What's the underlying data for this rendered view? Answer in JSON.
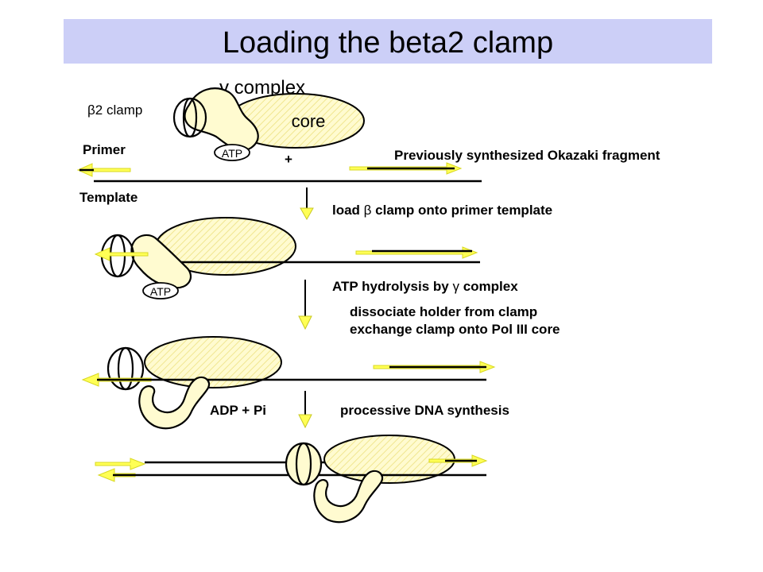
{
  "title": "Loading the beta2 clamp",
  "labels": {
    "gamma_complex_sym": "γ",
    "gamma_complex": " complex",
    "beta2_clamp_sym": "β",
    "beta2_clamp": "2 clamp",
    "core": "core",
    "atp1": "ATP",
    "atp2": "ATP",
    "plus": "+",
    "primer": "Primer",
    "template": "Template",
    "okazaki": "Previously synthesized Okazaki fragment",
    "step1_a": "load ",
    "step1_sym": "β",
    "step1_b": " clamp onto  primer template",
    "step2_a": "ATP hydrolysis by ",
    "step2_sym": "γ",
    "step2_b": " complex",
    "step3a": "dissociate holder from clamp",
    "step3b": "exchange clamp onto Pol III core",
    "adp_pi": "ADP + Pi",
    "step4": "processive DNA synthesis"
  },
  "colors": {
    "title_bg": "#cccff7",
    "protein_fill": "#fffbd0",
    "primer_arrow": "#ffff55",
    "dna_line": "#000000"
  }
}
